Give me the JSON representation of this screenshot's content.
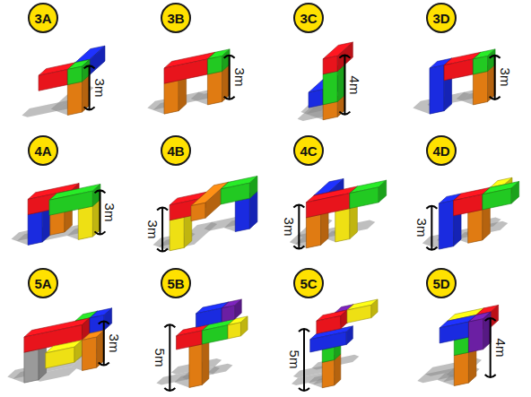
{
  "diagram": {
    "nodes": [
      {
        "text": [
          "3A"
        ]
      },
      {
        "text": [
          "3B"
        ]
      },
      {
        "text": [
          "3C"
        ]
      },
      {
        "text": [
          "3D"
        ]
      },
      {
        "text": [
          "4A"
        ]
      },
      {
        "text": [
          "4B"
        ]
      },
      {
        "text": [
          "4C"
        ]
      },
      {
        "text": [
          "4D"
        ]
      },
      {
        "text": [
          "5A"
        ]
      },
      {
        "text": [
          "5B"
        ]
      },
      {
        "text": [
          "5C"
        ]
      },
      {
        "text": [
          "5D"
        ]
      }
    ],
    "labels": [
      "3m",
      "3m",
      "4m",
      "3m",
      "3m",
      "3m",
      "3m",
      "3m",
      "3m",
      "5m",
      "5m",
      "4m"
    ]
  }
}
